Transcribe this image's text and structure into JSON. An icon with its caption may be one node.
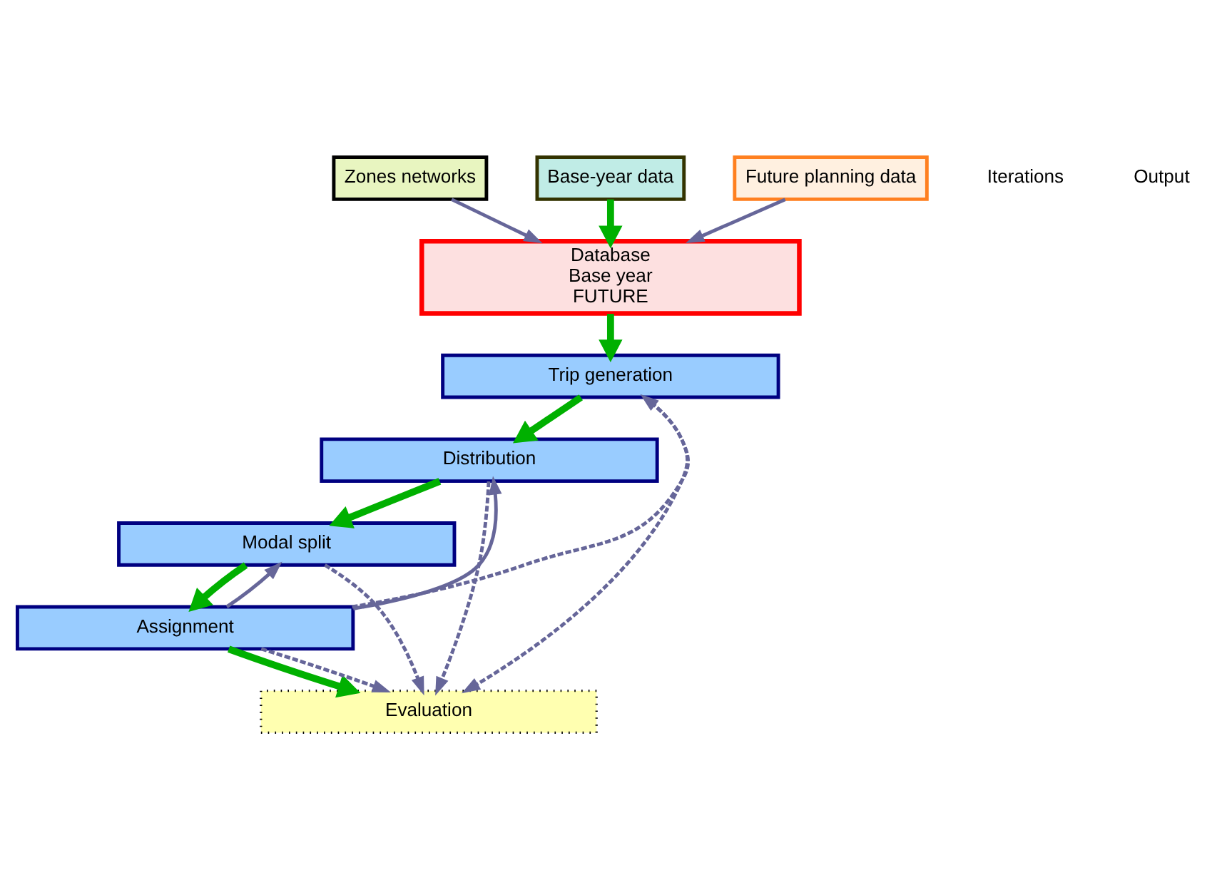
{
  "diagram": {
    "nodes": [
      {
        "text": [
          "Zones networks"
        ]
      },
      {
        "text": [
          "Base-year data"
        ]
      },
      {
        "text": [
          "Future planning data"
        ]
      },
      {
        "text": [
          "Database",
          "Base year",
          "FUTURE"
        ]
      },
      {
        "text": [
          "Trip generation"
        ]
      },
      {
        "text": [
          "Distribution"
        ]
      },
      {
        "text": [
          "Modal split"
        ]
      },
      {
        "text": [
          "Assignment"
        ]
      },
      {
        "text": [
          "Evaluation"
        ]
      }
    ],
    "edges": [
      {
        "from": 0,
        "to": 3,
        "arrow": "to"
      },
      {
        "from": 1,
        "to": 3,
        "arrow": "to",
        "style": "thick",
        "color": "#00b000"
      },
      {
        "from": 2,
        "to": 3,
        "arrow": "to"
      },
      {
        "from": 3,
        "to": 4,
        "arrow": "to",
        "style": "thick",
        "color": "#00b000"
      },
      {
        "from": 4,
        "to": 5,
        "arrow": "to",
        "style": "thick",
        "color": "#00b000"
      },
      {
        "from": 5,
        "to": 6,
        "arrow": "to",
        "style": "thick",
        "color": "#00b000"
      },
      {
        "from": 6,
        "to": 7,
        "arrow": "to",
        "style": "thick",
        "color": "#00b000"
      },
      {
        "from": 7,
        "to": 8,
        "arrow": "to",
        "style": "thick",
        "color": "#00b000"
      },
      {
        "from": 7,
        "to": 6,
        "arrow": "to"
      },
      {
        "from": 7,
        "to": 5,
        "arrow": "to"
      },
      {
        "from": 7,
        "to": 4,
        "arrow": "to",
        "style": "dashed"
      },
      {
        "from": 4,
        "to": 8,
        "arrow": "to",
        "style": "dashed"
      },
      {
        "from": 5,
        "to": 8,
        "arrow": "to",
        "style": "dashed"
      },
      {
        "from": 6,
        "to": 8,
        "arrow": "to",
        "style": "dashed"
      },
      {
        "from": 7,
        "to": 8,
        "arrow": "to",
        "style": "dashed"
      }
    ],
    "labels": [
      "Iterations",
      "Output"
    ]
  }
}
